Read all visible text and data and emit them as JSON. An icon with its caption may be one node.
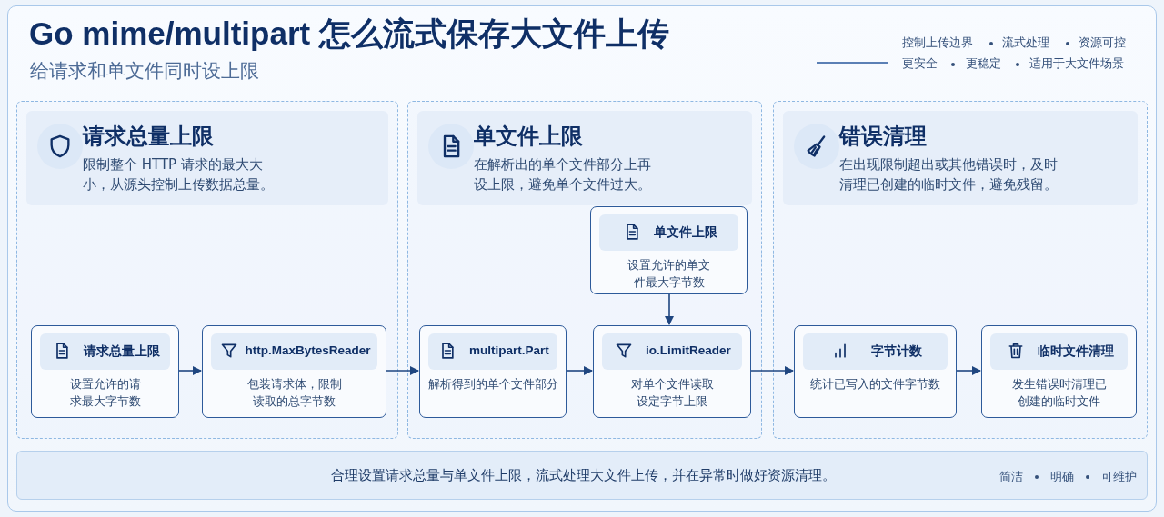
{
  "diagram": {
    "title": "Go mime/multipart 怎么流式保存大文件上传",
    "nodes": [
      {
        "text": [
          "请求总量上限",
          "限制整个 HTTP 请求的最大大小，从源头控制上传数据总量。"
        ]
      },
      {
        "text": [
          "请求总量上限",
          "设置允许的请求最大字节数"
        ],
        "in": 0
      },
      {
        "text": [
          "http.MaxBytesReader",
          "包装请求体，限制读取的总字节数"
        ],
        "in": 0
      },
      {
        "text": [
          "单文件上限",
          "在解析出的单个文件部分上再设上限，避免单个文件过大。"
        ]
      },
      {
        "text": [
          "单文件上限",
          "设置允许的单文件最大字节数"
        ],
        "in": 3
      },
      {
        "text": [
          "multipart.Part",
          "解析得到的单个文件部分"
        ],
        "in": 3
      },
      {
        "text": [
          "io.LimitReader",
          "对单个文件读取设定字节上限"
        ],
        "in": 3
      },
      {
        "text": [
          "错误清理",
          "在出现限制超出或其他错误时，及时清理已创建的临时文件，避免残留。"
        ]
      },
      {
        "text": [
          "字节计数",
          "统计已写入的文件字节数"
        ],
        "in": 7
      },
      {
        "text": [
          "临时文件清理",
          "发生错误时清理已创建的临时文件"
        ],
        "in": 7
      },
      {
        "text": [
          "合理设置请求总量与单文件上限，流式处理大文件上传，并在异常时做好资源清理。",
          "简洁",
          "明确",
          "可维护"
        ]
      }
    ],
    "edges": [
      {
        "from": 1,
        "to": 2,
        "arrow": "to"
      },
      {
        "from": 2,
        "to": 5,
        "arrow": "to"
      },
      {
        "from": 5,
        "to": 6,
        "arrow": "to"
      },
      {
        "from": 4,
        "to": 6,
        "arrow": "to"
      },
      {
        "from": 6,
        "to": 8,
        "arrow": "to"
      },
      {
        "from": 8,
        "to": 9,
        "arrow": "to"
      }
    ],
    "labels": [
      "给请求和单文件同时设上限",
      "控制上传边界",
      "流式处理",
      "资源可控",
      "更安全",
      "更稳定",
      "适用于大文件场景"
    ]
  }
}
